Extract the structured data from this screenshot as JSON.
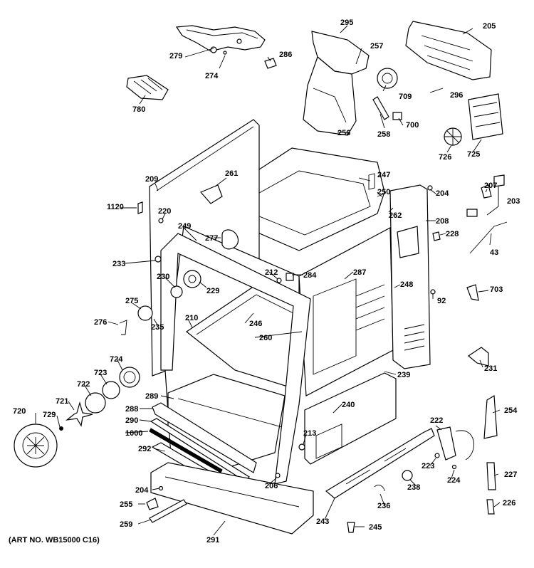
{
  "art_no": "(ART NO. WB15000 C16)",
  "parts": [
    {
      "label": "295"
    },
    {
      "label": "205"
    },
    {
      "label": "257"
    },
    {
      "label": "279"
    },
    {
      "label": "286"
    },
    {
      "label": "274"
    },
    {
      "label": "709"
    },
    {
      "label": "296"
    },
    {
      "label": "780"
    },
    {
      "label": "258"
    },
    {
      "label": "700"
    },
    {
      "label": "256"
    },
    {
      "label": "726"
    },
    {
      "label": "725"
    },
    {
      "label": "209"
    },
    {
      "label": "261"
    },
    {
      "label": "247"
    },
    {
      "label": "250"
    },
    {
      "label": "204"
    },
    {
      "label": "207"
    },
    {
      "label": "1120"
    },
    {
      "label": "220"
    },
    {
      "label": "203"
    },
    {
      "label": "262"
    },
    {
      "label": "208"
    },
    {
      "label": "249"
    },
    {
      "label": "277"
    },
    {
      "label": "228"
    },
    {
      "label": "43"
    },
    {
      "label": "233"
    },
    {
      "label": "212"
    },
    {
      "label": "284"
    },
    {
      "label": "287"
    },
    {
      "label": "230"
    },
    {
      "label": "229"
    },
    {
      "label": "248"
    },
    {
      "label": "703"
    },
    {
      "label": "92"
    },
    {
      "label": "275"
    },
    {
      "label": "210"
    },
    {
      "label": "246"
    },
    {
      "label": "276"
    },
    {
      "label": "235"
    },
    {
      "label": "260"
    },
    {
      "label": "724"
    },
    {
      "label": "231"
    },
    {
      "label": "723"
    },
    {
      "label": "239"
    },
    {
      "label": "722"
    },
    {
      "label": "289"
    },
    {
      "label": "721"
    },
    {
      "label": "720"
    },
    {
      "label": "729"
    },
    {
      "label": "288"
    },
    {
      "label": "240"
    },
    {
      "label": "254"
    },
    {
      "label": "290"
    },
    {
      "label": "222"
    },
    {
      "label": "1000"
    },
    {
      "label": "213"
    },
    {
      "label": "292"
    },
    {
      "label": "223"
    },
    {
      "label": "224"
    },
    {
      "label": "227"
    },
    {
      "label": "206"
    },
    {
      "label": "238"
    },
    {
      "label": "204"
    },
    {
      "label": "255"
    },
    {
      "label": "236"
    },
    {
      "label": "226"
    },
    {
      "label": "243"
    },
    {
      "label": "259"
    },
    {
      "label": "245"
    },
    {
      "label": "291"
    }
  ]
}
